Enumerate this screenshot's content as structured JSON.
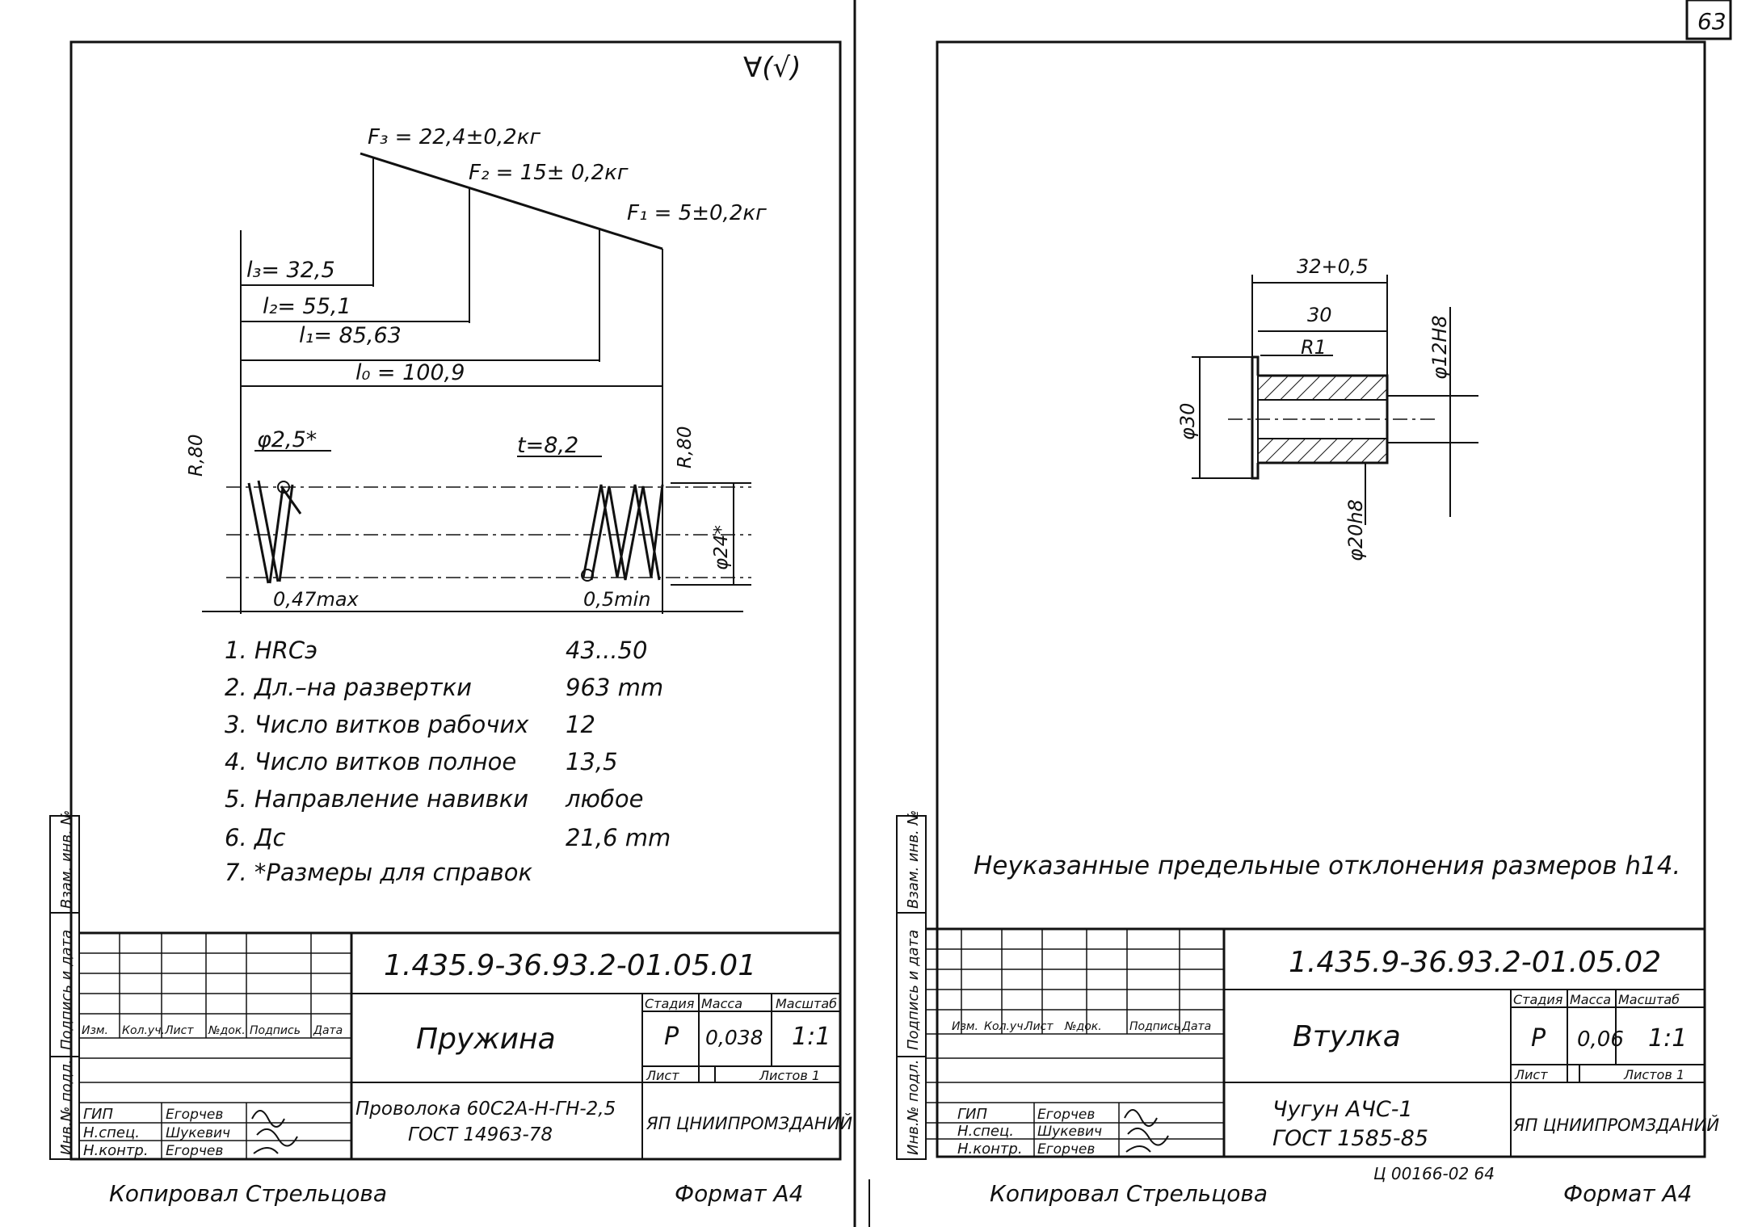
{
  "page_number": "63",
  "roughness_symbol": "∀(√)",
  "left": {
    "forces": {
      "f3": "F₃ = 22,4±0,2кг",
      "f2": "F₂ = 15± 0,2кг",
      "f1": "F₁ = 5±0,2кг"
    },
    "lengths": {
      "l3": "l₃= 32,5",
      "l2": "l₂= 55,1",
      "l1": "l₁= 85,63",
      "l0": "l₀ = 100,9"
    },
    "dims": {
      "r_left": "R,80",
      "wire_dia": "φ2,5*",
      "pitch": "t=8,2",
      "r_right": "R,80",
      "outer_dia": "φ24*",
      "gap_left": "0,47max",
      "gap_right": "0,5min"
    },
    "specs": [
      {
        "label": "1. HRCэ",
        "value": "43...50"
      },
      {
        "label": "2. Дл.–на развертки",
        "value": "963 mm"
      },
      {
        "label": "3. Число витков рабочих",
        "value": "12"
      },
      {
        "label": "4. Число витков полное",
        "value": "13,5"
      },
      {
        "label": "5. Направление навивки",
        "value": "любое"
      },
      {
        "label": "6. Дс",
        "value": "21,6 mm"
      },
      {
        "label": "7. *Размеры для справок",
        "value": ""
      }
    ],
    "title_block": {
      "code": "1.435.9-36.93.2-01.05.01",
      "name": "Пружина",
      "material_line1": "Проволока 60С2А-Н-ГН-2,5",
      "material_line2": "ГОСТ 14963-78",
      "hdr_stage": "Стадия",
      "hdr_mass": "Масса",
      "hdr_scale": "Масштаб",
      "stage": "Р",
      "mass": "0,038",
      "scale": "1:1",
      "sheet": "Лист",
      "sheets": "Листов 1",
      "org": "ЯП ЦНИИПРОМЗДАНИЙ",
      "col_headers": [
        "Изм.",
        "Кол.уч.",
        "Лист",
        "№док.",
        "Подпись",
        "Дата"
      ],
      "gip": "ГИП",
      "sp": "Н.спец.",
      "nk": "Н.контр.",
      "n1": "Егорчев",
      "n2": "Шукевич",
      "n3": "Егорчев"
    },
    "side_stamp": [
      "Инв.№ подл.",
      "Подпись и дата",
      "Взам. инв. №"
    ],
    "copied": "Копировал Стрельцова",
    "format": "Формат А4"
  },
  "right": {
    "dims": {
      "len_total": "32+0,5",
      "len_inner": "30",
      "radius": "R1",
      "bore": "φ12H8",
      "flange": "φ30",
      "outer": "φ20h8"
    },
    "note": "Неуказанные предельные отклонения размеров h14.",
    "title_block": {
      "code": "1.435.9-36.93.2-01.05.02",
      "name": "Втулка",
      "material_line1": "Чугун АЧС-1",
      "material_line2": "ГОСТ 1585-85",
      "hdr_stage": "Стадия",
      "hdr_mass": "Масса",
      "hdr_scale": "Масштаб",
      "stage": "Р",
      "mass": "0,06",
      "scale": "1:1",
      "sheet": "Лист",
      "sheets": "Листов 1",
      "org": "ЯП ЦНИИПРОМЗДАНИЙ",
      "col_headers": [
        "Изм.",
        "Кол.уч.",
        "Лист",
        "№док.",
        "Подпись",
        "Дата"
      ],
      "gip": "ГИП",
      "sp": "Н.спец.",
      "nk": "Н.контр.",
      "n1": "Егорчев",
      "n2": "Шукевич",
      "n3": "Егорчев"
    },
    "side_stamp": [
      "Инв.№ подл.",
      "Подпись и дата",
      "Взам. инв. №"
    ],
    "copied": "Копировал Стрельцова",
    "ref": "Ц 00166-02  64",
    "format": "Формат А4"
  }
}
